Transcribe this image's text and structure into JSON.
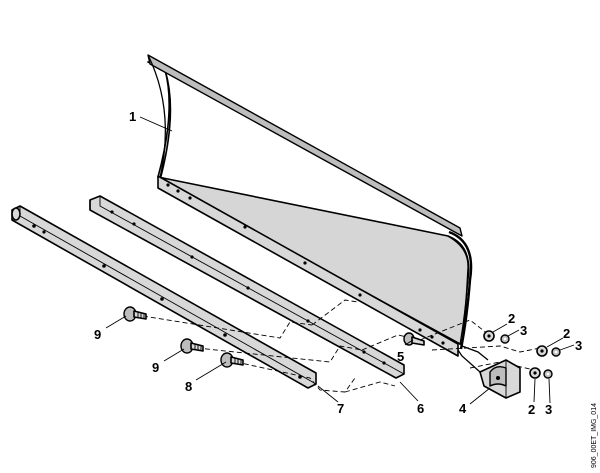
{
  "diagram": {
    "callouts": {
      "c1": "1",
      "c2a": "2",
      "c3a": "3",
      "c2b": "2",
      "c3b": "3",
      "c2c": "2",
      "c3c": "3",
      "c4": "4",
      "c5": "5",
      "c6": "6",
      "c7": "7",
      "c8": "8",
      "c9a": "9",
      "c9b": "9"
    },
    "reference_code": "906_00ET_IMG_014"
  }
}
